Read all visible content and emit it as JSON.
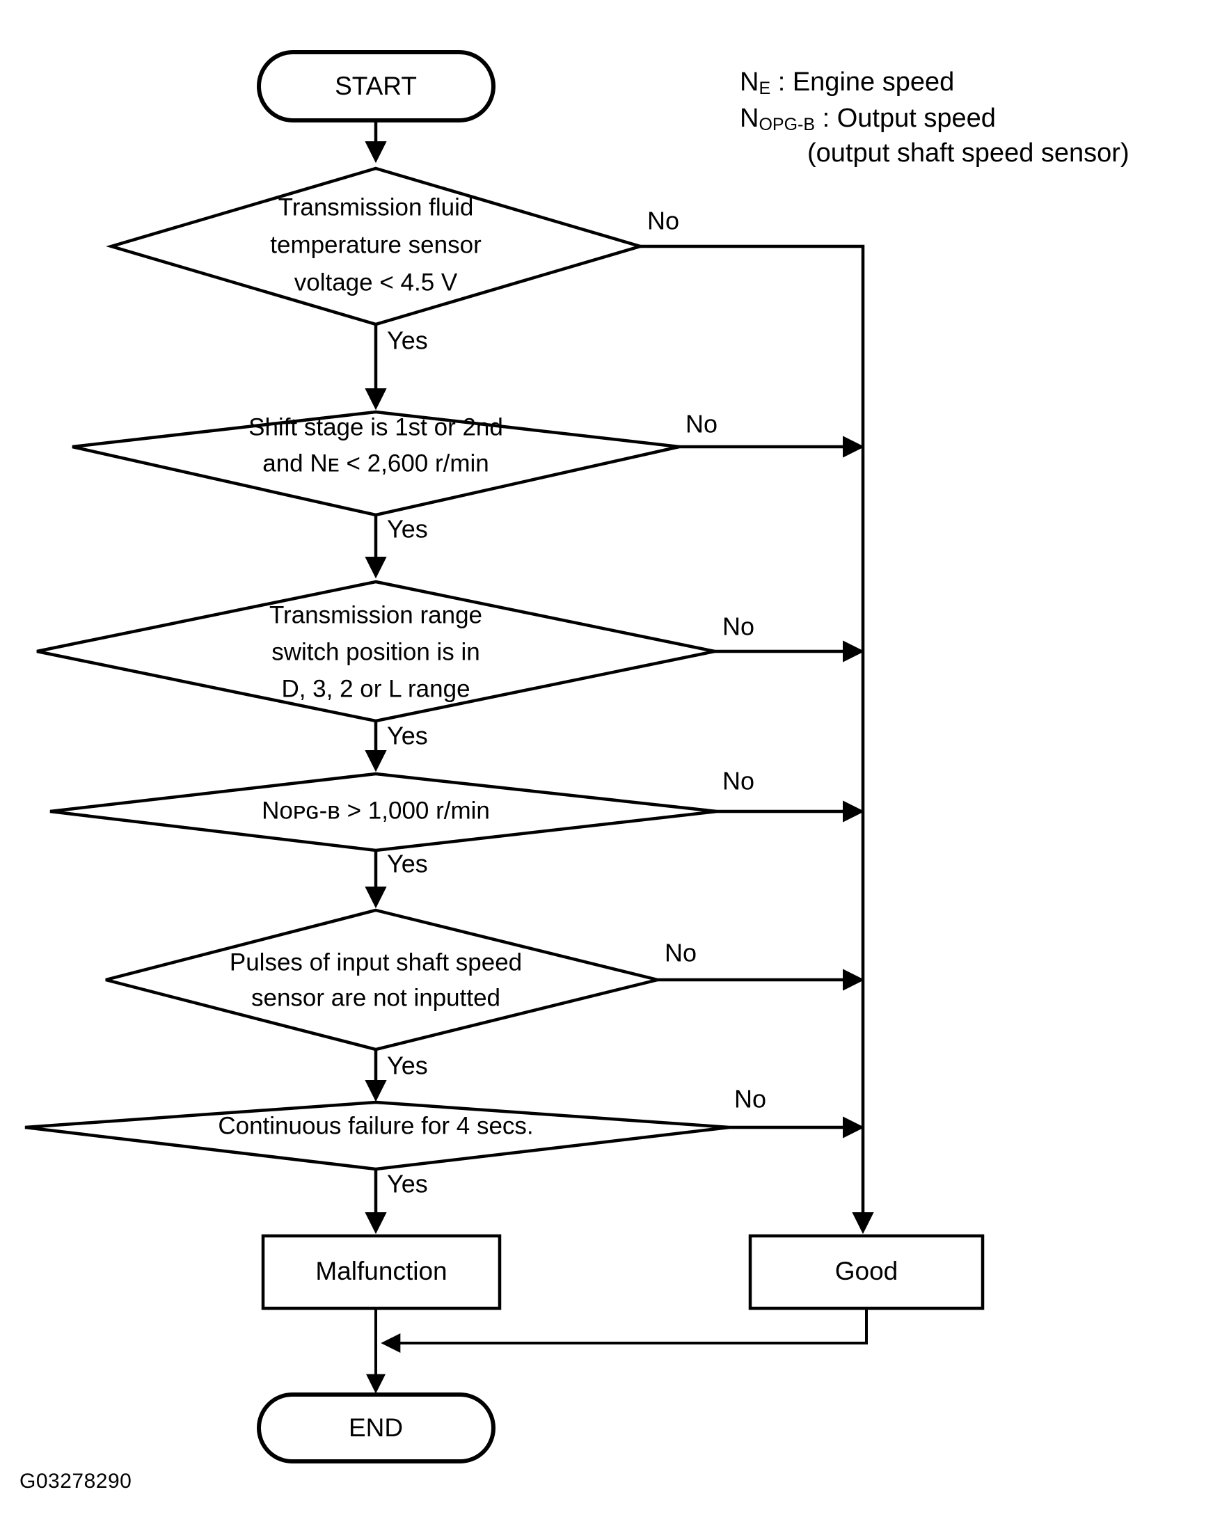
{
  "figure": {
    "code": "G03278290",
    "type": "diagnostic-flowchart"
  },
  "legend": {
    "lines": [
      {
        "symbol": "N",
        "subscript": "E",
        "separator": " : ",
        "text": "Engine speed"
      },
      {
        "symbol": "N",
        "subscript": "OPG-B",
        "separator": " : ",
        "text": "Output speed"
      },
      {
        "symbol": "",
        "subscript": "",
        "separator": "",
        "text": "(output shaft speed sensor)"
      }
    ]
  },
  "terminals": {
    "start": "START",
    "end": "END"
  },
  "decisions": [
    {
      "id": "fluid-temp-voltage",
      "lines": [
        "Transmission fluid",
        "temperature sensor",
        "voltage < 4.5 V"
      ],
      "yes_label": "Yes",
      "no_label": "No"
    },
    {
      "id": "shift-stage-engine-speed",
      "lines": [
        "Shift stage is 1st or 2nd",
        "and Nᴇ < 2,600 r/min"
      ],
      "yes_label": "Yes",
      "no_label": "No"
    },
    {
      "id": "range-switch-position",
      "lines": [
        "Transmission range",
        "switch position is in",
        "D, 3, 2 or L range"
      ],
      "yes_label": "Yes",
      "no_label": "No"
    },
    {
      "id": "output-speed-threshold",
      "lines": [
        "Nᴏᴘɢ-ʙ > 1,000 r/min"
      ],
      "yes_label": "Yes",
      "no_label": "No"
    },
    {
      "id": "input-shaft-pulses",
      "lines": [
        "Pulses of input shaft speed",
        "sensor are not inputted"
      ],
      "yes_label": "Yes",
      "no_label": "No"
    },
    {
      "id": "continuous-failure",
      "lines": [
        "Continuous failure for 4 secs."
      ],
      "yes_label": "Yes",
      "no_label": "No"
    }
  ],
  "results": {
    "malfunction": "Malfunction",
    "good": "Good"
  },
  "colors": {
    "stroke": "#000000",
    "fill": "#ffffff",
    "background": "#ffffff"
  }
}
